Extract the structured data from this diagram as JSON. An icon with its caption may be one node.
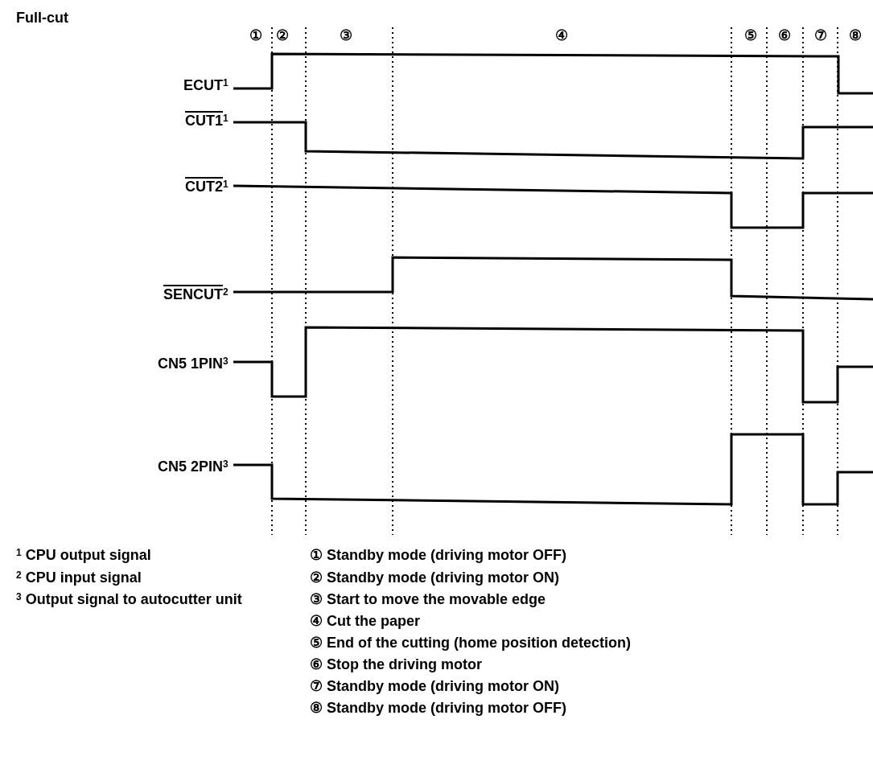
{
  "diagram": {
    "title": "Full-cut",
    "labels": [
      "①",
      "②",
      "③",
      "④",
      "⑤",
      "⑥",
      "⑦",
      "⑧",
      "ECUT$^{1}$",
      "CUT1$^{1}$",
      "CUT2$^{1}$",
      "SENCUT$^{2}$",
      "CN5  1PIN$^{3}$",
      "CN5  2PIN$^{3}$",
      "$^{1}$  CPU output signal",
      "$^{2}$  CPU input signal",
      "$^{3}$  Output signal to autocutter unit",
      "① Standby mode (driving motor OFF)",
      "② Standby mode (driving motor ON)",
      "③ Start to move the movable edge",
      "④ Cut the paper",
      "⑤ End of the cutting (home position detection)",
      "⑥ Stop the driving motor",
      "⑦ Standby mode (driving motor ON)",
      "⑧ Standby mode (driving motor OFF)"
    ]
  }
}
